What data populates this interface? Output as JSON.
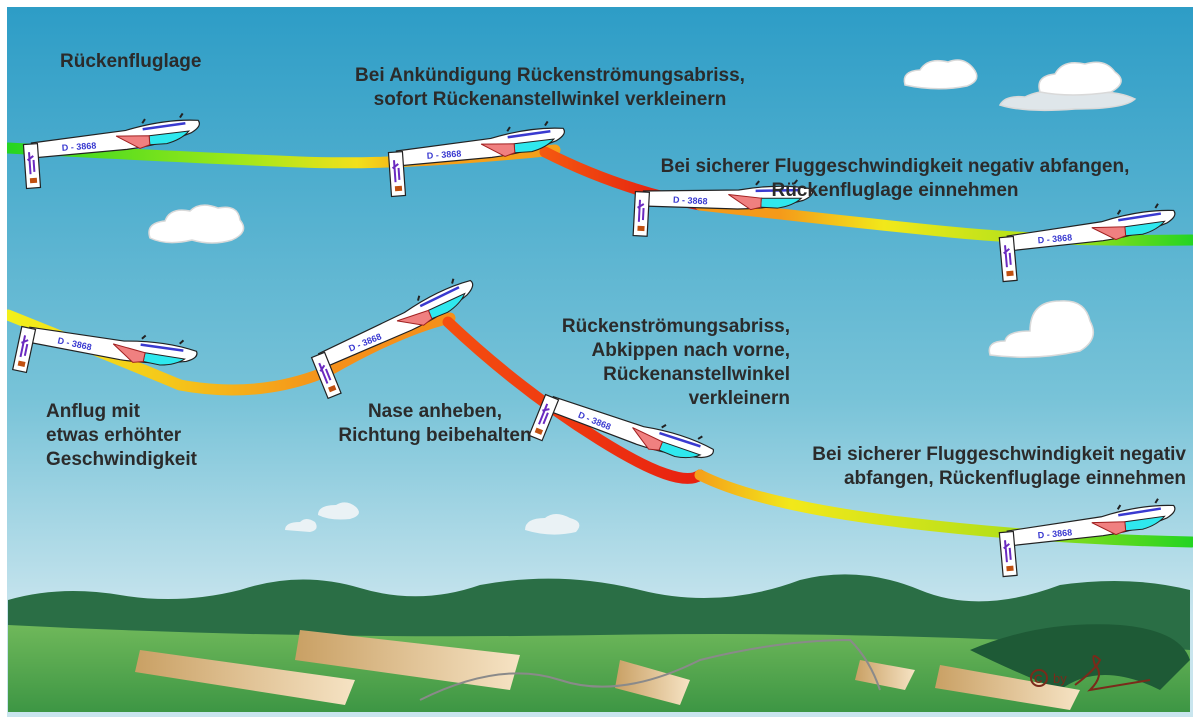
{
  "labels": {
    "title": "Rückenfluglage",
    "top_step1": "Bei Ankündigung Rückenströmungsabriss,\nsofort Rückenanstellwinkel verkleinern",
    "top_step2": "Bei sicherer Fluggeschwindigkeit negativ abfangen,\nRückenfluglage einnehmen",
    "low_step1": "Anflug mit\netwas erhöhter\nGeschwindigkeit",
    "low_step2": "Nase anheben,\nRichtung beibehalten",
    "low_step3": "Rückenströmungsabriss,\nAbkippen nach vorne,\nRückenanstellwinkel\nverkleinern",
    "low_step4": "Bei sicherer Fluggeschwindigkeit negativ\nabfangen, Rückenfluglage einnehmen"
  },
  "glider_registration": "D - 3868",
  "signature": "© by",
  "colors": {
    "sky_top": "#2f9fc8",
    "sky_bottom": "#cde6ee",
    "hill": "#2a6e45",
    "field": "#4e9e4a",
    "green": "#22d422",
    "yellow": "#f2e81a",
    "orange": "#f59a1a",
    "red": "#f02810"
  }
}
